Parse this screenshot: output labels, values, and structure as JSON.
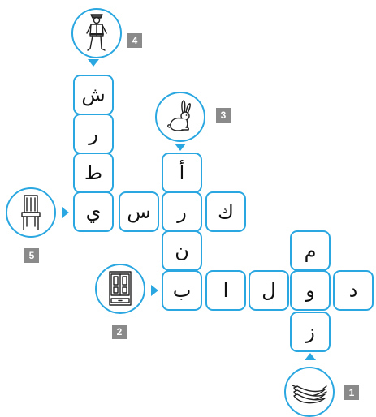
{
  "puzzle": {
    "colors": {
      "cell_border": "#2aa7e0",
      "number_badge": "#8a8a8a",
      "letter": "#111111"
    },
    "cells": [
      {
        "id": "w4-1",
        "letter": "ش"
      },
      {
        "id": "w4-2",
        "letter": "ر"
      },
      {
        "id": "w4-3",
        "letter": "ط"
      },
      {
        "id": "w4-4",
        "letter": "ي"
      },
      {
        "id": "w5-2",
        "letter": "س"
      },
      {
        "id": "w3-3",
        "letter": "ر"
      },
      {
        "id": "w5-4",
        "letter": "ك"
      },
      {
        "id": "w3-1",
        "letter": "أ"
      },
      {
        "id": "w3-4",
        "letter": "ن"
      },
      {
        "id": "w2-1",
        "letter": "ب"
      },
      {
        "id": "w2-2",
        "letter": "ا"
      },
      {
        "id": "w2-3",
        "letter": "ل"
      },
      {
        "id": "w2-4",
        "letter": "و"
      },
      {
        "id": "w2-5",
        "letter": "د"
      },
      {
        "id": "w1-1",
        "letter": "م"
      },
      {
        "id": "w1-3",
        "letter": "ز"
      }
    ],
    "clues": [
      {
        "number": "1",
        "picture": "banana-icon"
      },
      {
        "number": "2",
        "picture": "wardrobe-icon"
      },
      {
        "number": "3",
        "picture": "rabbit-icon"
      },
      {
        "number": "4",
        "picture": "police-officer-icon"
      },
      {
        "number": "5",
        "picture": "chair-icon"
      }
    ]
  }
}
